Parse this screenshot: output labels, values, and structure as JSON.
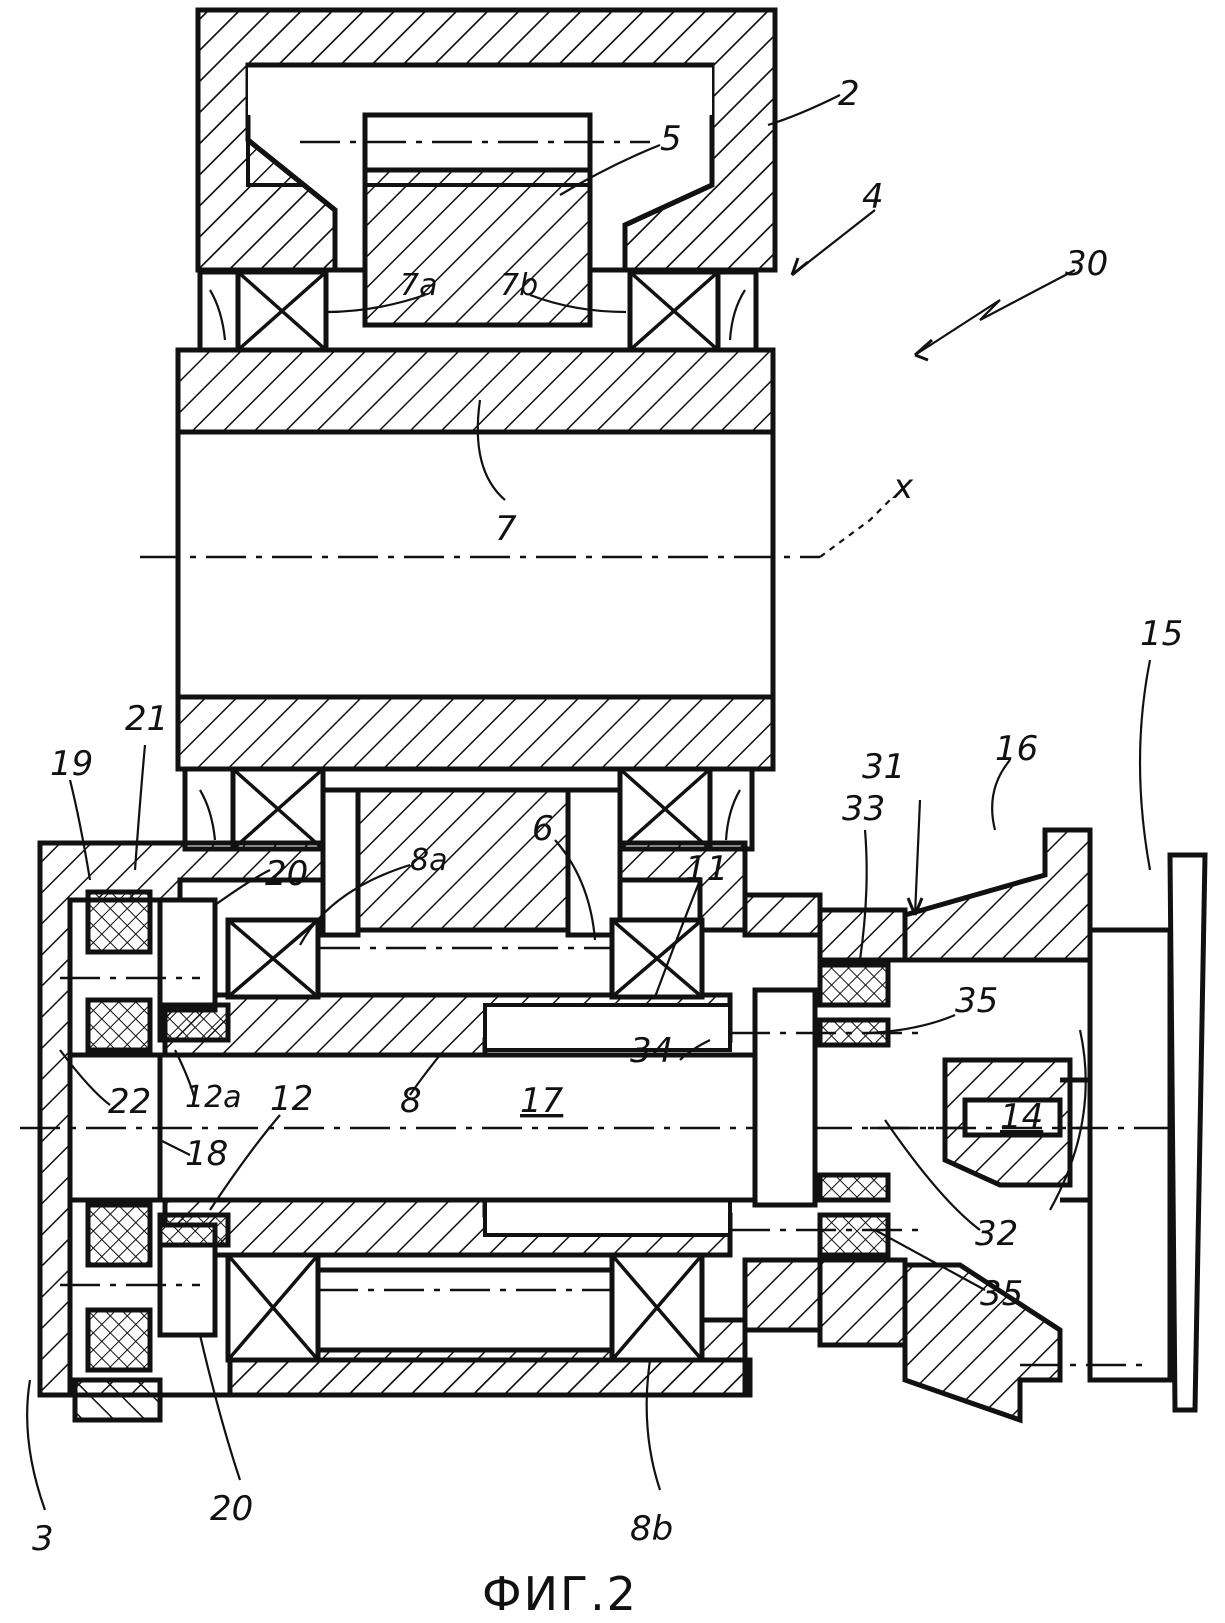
{
  "figure": {
    "caption": "ФИГ.2"
  },
  "labels": {
    "l2": "2",
    "l3": "3",
    "l4": "4",
    "l5": "5",
    "l6": "6",
    "l7": "7",
    "l7a": "7a",
    "l7b": "7b",
    "l8": "8",
    "l8a": "8a",
    "l8b": "8b",
    "l11": "11",
    "l12": "12",
    "l12a": "12a",
    "l14": "14",
    "l15": "15",
    "l16": "16",
    "l17": "17",
    "l18": "18",
    "l19": "19",
    "l20_top": "20",
    "l20_bottom": "20",
    "l21": "21",
    "l22": "22",
    "l30": "30",
    "l31": "31",
    "l32": "32",
    "l33": "33",
    "l34": "34",
    "l35_top": "35",
    "l35_bottom": "35",
    "lx": "x"
  }
}
